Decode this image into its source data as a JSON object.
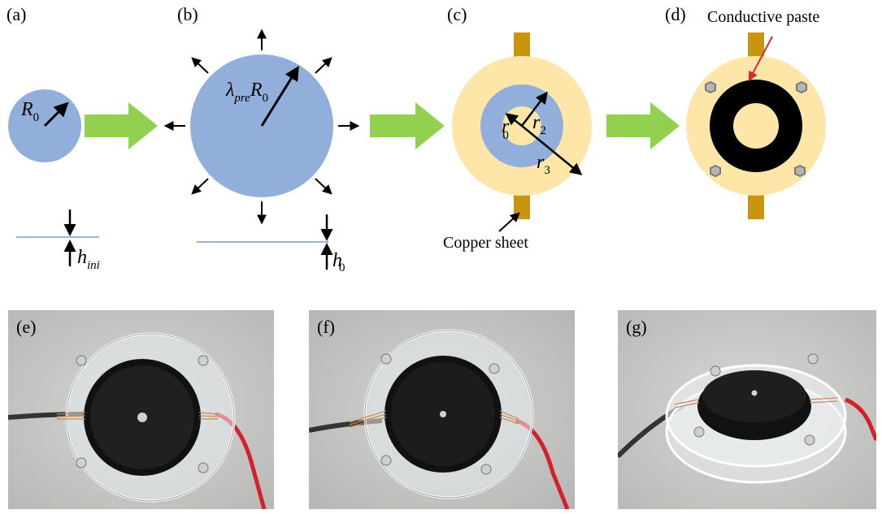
{
  "panel_labels": {
    "a": "(a)",
    "b": "(b)",
    "c": "(c)",
    "d": "(d)",
    "e": "(e)",
    "f": "(f)",
    "g": "(g)"
  },
  "annotations": {
    "conductive_paste": "Conductive paste",
    "copper_sheet": "Copper sheet"
  },
  "symbols": {
    "R": "R",
    "zero": "0",
    "lambda": "λ",
    "pre": "pre",
    "r": "r",
    "two": "2",
    "three": "3",
    "h": "h",
    "ini": "ini"
  },
  "colors": {
    "membrane": "#92aedb",
    "frame": "#fde6a8",
    "copper": "#c7960c",
    "arrow_green": "#92d050",
    "paste": "#000000",
    "pointer_red": "#d62b2b",
    "screw": "#a9a9a9",
    "line_blue": "#9eb3e0"
  }
}
